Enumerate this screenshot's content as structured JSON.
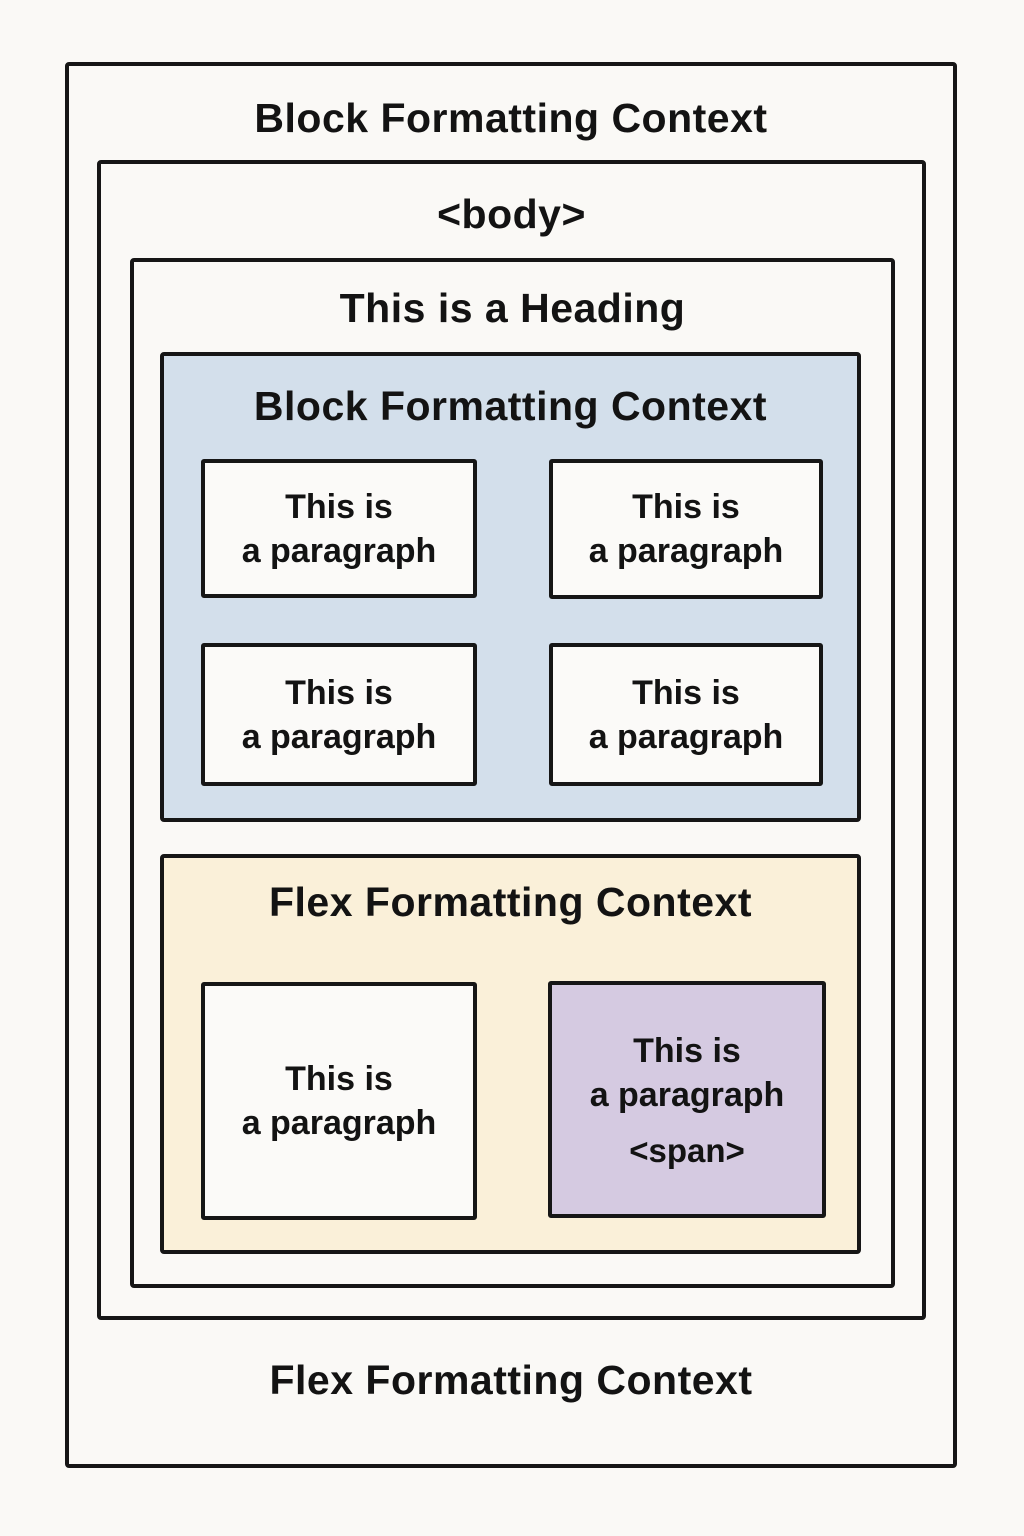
{
  "diagram": {
    "outer": {
      "label": "Block Formatting Context"
    },
    "body": {
      "label": "<body>"
    },
    "heading": {
      "label": "This is a Heading"
    },
    "inner_bfc": {
      "title": "Block Formatting Context",
      "background": "#d3dfeb",
      "paragraphs": [
        "This is\na paragraph",
        "This is\na paragraph",
        "This is\na paragraph",
        "This is\na paragraph"
      ]
    },
    "ffc": {
      "title": "Flex Formatting Context",
      "background": "#faf0d9",
      "plain_paragraph": "This is\na paragraph",
      "span_paragraph": {
        "text": "This is\na paragraph",
        "span_label": "<span>",
        "background": "#d5cae1"
      }
    },
    "bottom_label": "Flex Formatting Context",
    "colors": {
      "page_background": "#faf9f6",
      "border": "#161616",
      "text": "#131313"
    }
  }
}
